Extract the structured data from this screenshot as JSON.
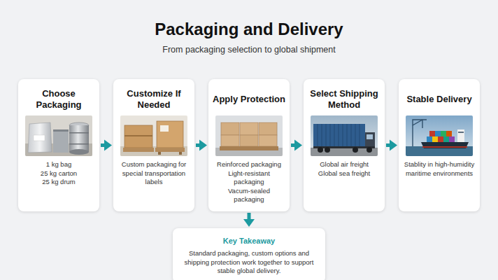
{
  "diagram": {
    "title": "Packaging and Delivery",
    "nodes": [
      {
        "text": [
          "Choose Packaging",
          "1 kg bag",
          "25 kg carton",
          "25 kg drum"
        ]
      },
      {
        "text": [
          "Customize If Needed",
          "Custom packaging for special transportation labels"
        ]
      },
      {
        "text": [
          "Apply Protection",
          "Reinforced packaging",
          "Light-resistant packaging",
          "Vacum-sealed packaging"
        ]
      },
      {
        "text": [
          "Select Shipping Method",
          "Global air freight",
          "Global sea freight"
        ]
      },
      {
        "text": [
          "Stable Delivery",
          "Stablity in high-humidity maritime environments"
        ]
      },
      {
        "text": [
          "Key Takeaway",
          "Standard packaging, custom options and shipping protection work together to support stable global delivery."
        ]
      }
    ],
    "edges": [
      {
        "from": 0,
        "to": 1,
        "arrow": "to"
      },
      {
        "from": 1,
        "to": 2,
        "arrow": "to"
      },
      {
        "from": 2,
        "to": 3,
        "arrow": "to"
      },
      {
        "from": 3,
        "to": 4,
        "arrow": "to"
      },
      {
        "from": 2,
        "to": 5,
        "arrow": "to"
      }
    ],
    "labels": [
      "From packaging selection to global shipment"
    ]
  }
}
